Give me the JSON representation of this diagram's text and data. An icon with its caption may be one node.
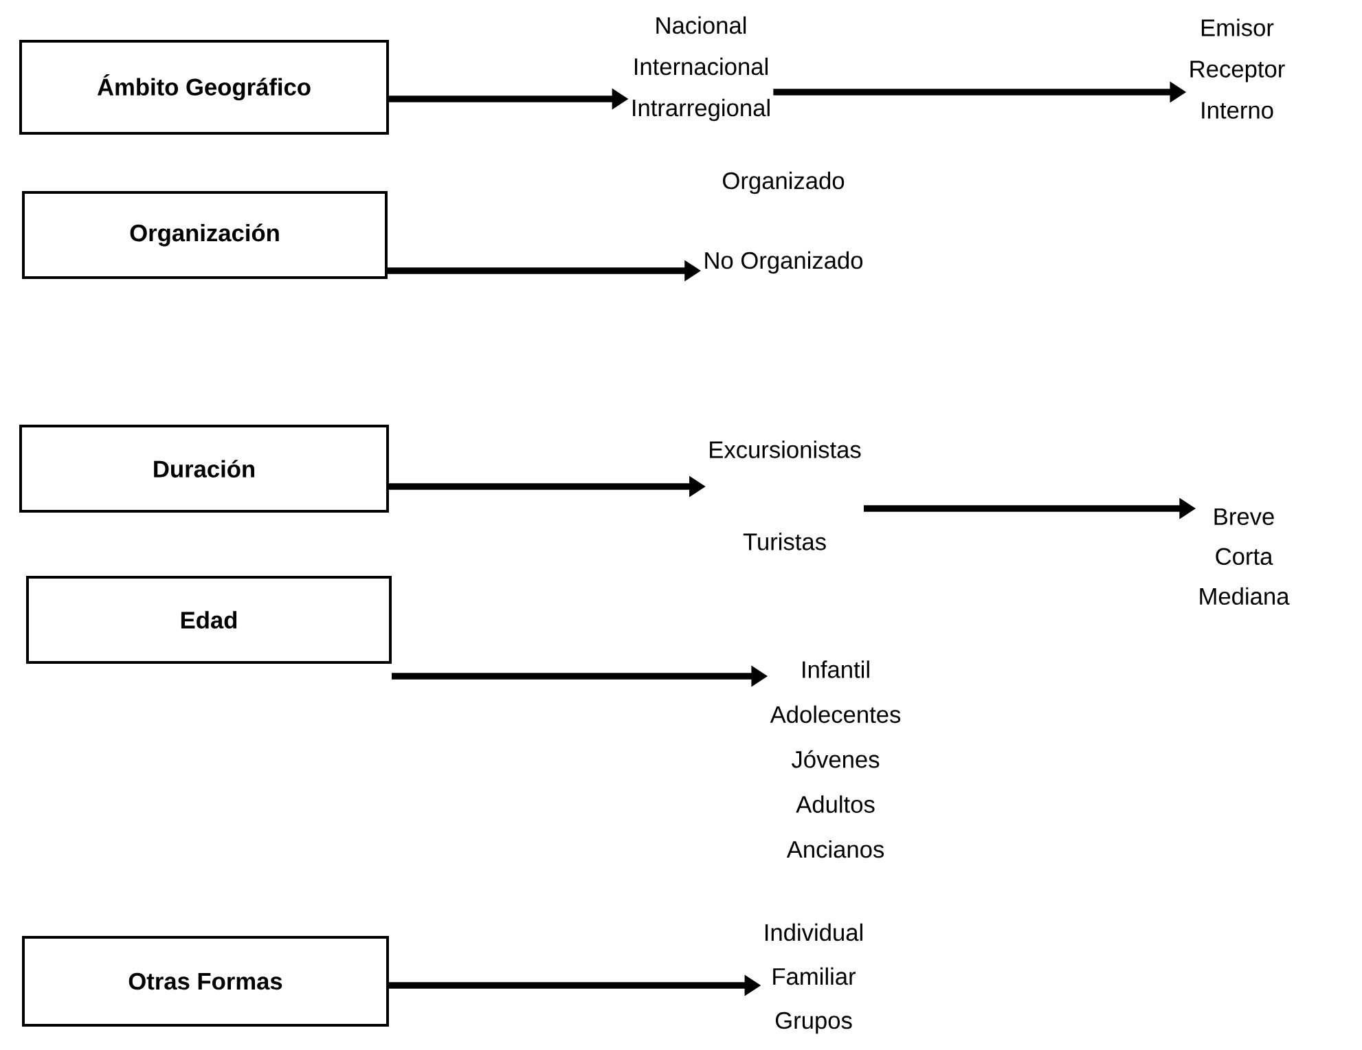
{
  "diagram": {
    "nodes": [
      {
        "text": [
          "Ámbito Geográfico"
        ]
      },
      {
        "text": [
          "Nacional",
          "Internacional",
          "Intrarregional"
        ]
      },
      {
        "text": [
          "Emisor",
          "Receptor",
          "Interno"
        ]
      },
      {
        "text": [
          "Organización"
        ]
      },
      {
        "text": [
          "Organizado",
          "No Organizado"
        ]
      },
      {
        "text": [
          "Duración"
        ]
      },
      {
        "text": [
          "Excursionistas",
          "Turistas"
        ]
      },
      {
        "text": [
          "Breve",
          "Corta",
          "Mediana"
        ]
      },
      {
        "text": [
          "Edad"
        ]
      },
      {
        "text": [
          "Infantil",
          "Adolecentes",
          "Jóvenes",
          "Adultos",
          "Ancianos"
        ]
      },
      {
        "text": [
          "Otras Formas"
        ]
      },
      {
        "text": [
          "Individual",
          "Familiar",
          "Grupos"
        ]
      }
    ],
    "edges": [
      {
        "from": 0,
        "to": 1,
        "arrow": "to"
      },
      {
        "from": 1,
        "to": 2,
        "arrow": "to"
      },
      {
        "from": 3,
        "to": 4,
        "arrow": "to"
      },
      {
        "from": 5,
        "to": 6,
        "arrow": "to"
      },
      {
        "from": 6,
        "to": 7,
        "arrow": "to"
      },
      {
        "from": 8,
        "to": 9,
        "arrow": "to"
      },
      {
        "from": 10,
        "to": 11,
        "arrow": "to"
      }
    ]
  }
}
